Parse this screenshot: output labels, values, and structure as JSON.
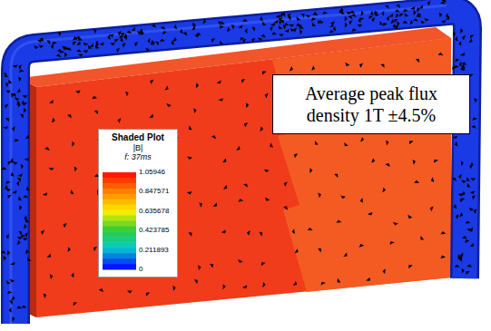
{
  "diagram": {
    "nodes": [
      {
        "text": [
          "Shaded Plot",
          "|B|",
          "f: 37ms"
        ]
      },
      {
        "text": [
          "Average peak flux density 1T ±4.5%"
        ]
      }
    ],
    "labels": [
      "1.05946",
      "0.847571",
      "0.635678",
      "0.423785",
      "0.211893",
      "0"
    ]
  }
}
